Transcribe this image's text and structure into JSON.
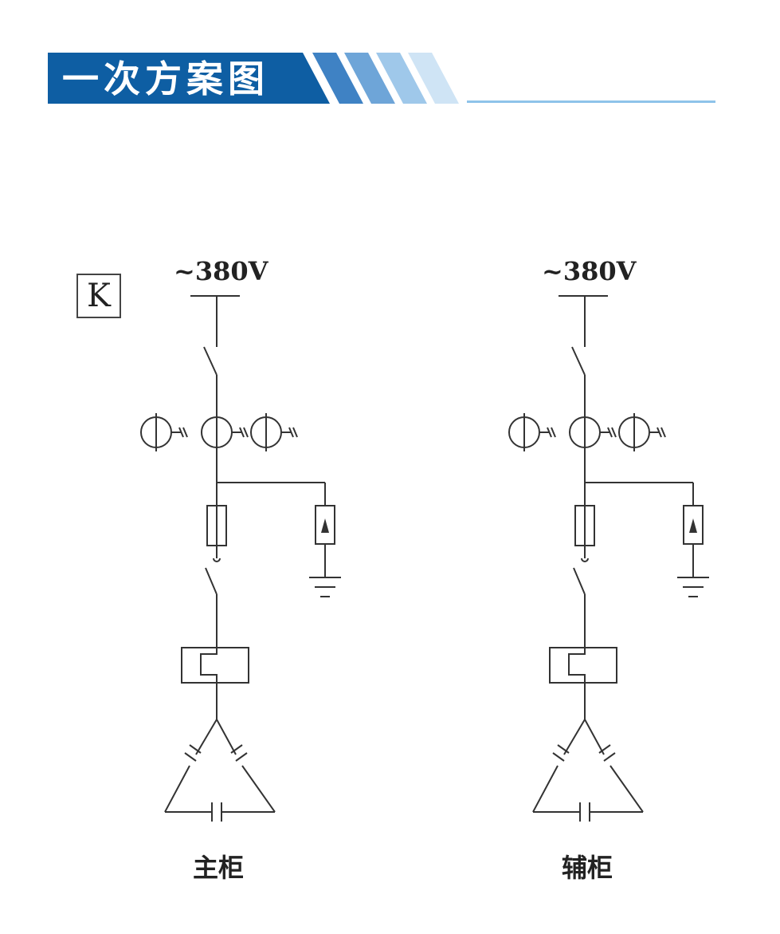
{
  "header": {
    "title": "一次方案图",
    "colors": {
      "primary": "#0e5ea3",
      "stripe1": "#3f82c4",
      "stripe2": "#6ea5d8",
      "stripe3": "#9fc8ea",
      "stripe4": "#cfe4f5",
      "rule": "#8ec3ea"
    }
  },
  "diagram": {
    "scheme_label": "K",
    "left_panel": {
      "voltage": "~380V",
      "caption": "主柜"
    },
    "right_panel": {
      "voltage": "~380V",
      "caption": "辅柜"
    }
  }
}
